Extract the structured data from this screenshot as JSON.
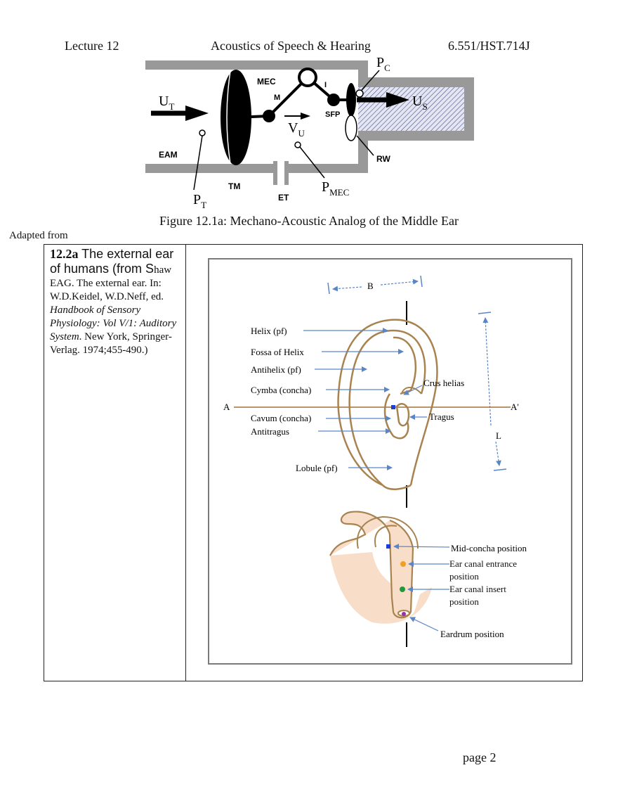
{
  "header": {
    "left": "Lecture 12",
    "center": "Acoustics of Speech & Hearing",
    "right": "6.551/HST.714J"
  },
  "figure1": {
    "caption": "Figure 12.1a: Mechano-Acoustic Analog of the Middle Ear",
    "labels": {
      "p_c": "P",
      "p_c_sub": "C",
      "u_t": "U",
      "u_t_sub": "T",
      "u_s": "U",
      "u_s_sub": "S",
      "v_u": "V",
      "v_u_sub": "U",
      "p_t": "P",
      "p_t_sub": "T",
      "p_mec": "P",
      "p_mec_sub": "MEC",
      "mec": "MEC",
      "m": "M",
      "i": "I",
      "sfp": "SFP",
      "eam": "EAM",
      "tm": "TM",
      "et": "ET",
      "rw": "RW"
    }
  },
  "adapted_from": "Adapted from",
  "citation": {
    "bold": "12.2a",
    "title_part": " The external ear of humans (from ",
    "author_first": "S",
    "author_rest": "haw EAG. The external ear. In: W.D.Keidel, W.D.Neff, ed. ",
    "book_title": "Handbook of Sensory Physiology: Vol V/1: Auditory System",
    "publisher": ". New York, Springer-Verlag. 1974;455-490.)"
  },
  "figure2": {
    "dim_b": "B",
    "dim_l": "L",
    "axis_a": "A",
    "axis_a_prime": "A'",
    "ear_labels": [
      "Helix (pf)",
      "Fossa of Helix",
      "Antihelix (pf)",
      "Cymba (concha)",
      "Cavum (concha)",
      "Antitragus",
      "Lobule (pf)"
    ],
    "right_labels": [
      "Crus helias",
      "Tragus"
    ],
    "positions": [
      {
        "label": "Mid-concha position",
        "color": "#1a3fd6"
      },
      {
        "label": "Ear canal entrance position",
        "color": "#f0a020"
      },
      {
        "label": "Ear canal insert position",
        "color": "#1f9a3a"
      },
      {
        "label": "Eardrum position",
        "color": "#9b2fa8"
      }
    ],
    "accent": "#5a86c8"
  },
  "page": "page 2"
}
